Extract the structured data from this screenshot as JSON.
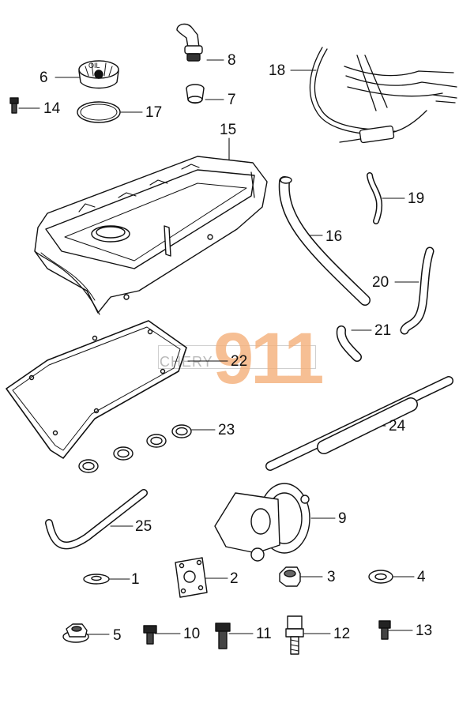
{
  "watermark": {
    "brand_text": "CHERY",
    "number_text": "911",
    "color": "#f5b07a"
  },
  "callouts": {
    "p1": "1",
    "p2": "2",
    "p3": "3",
    "p4": "4",
    "p5": "5",
    "p6": "6",
    "p7": "7",
    "p8": "8",
    "p9": "9",
    "p10": "10",
    "p11": "11",
    "p12": "12",
    "p13": "13",
    "p14": "14",
    "p15": "15",
    "p16": "16",
    "p17": "17",
    "p18": "18",
    "p19": "19",
    "p20": "20",
    "p21": "21",
    "p22": "22",
    "p23": "23",
    "p24": "24",
    "p25": "25"
  },
  "part_markings": {
    "oil_cap_text": "OIL"
  }
}
